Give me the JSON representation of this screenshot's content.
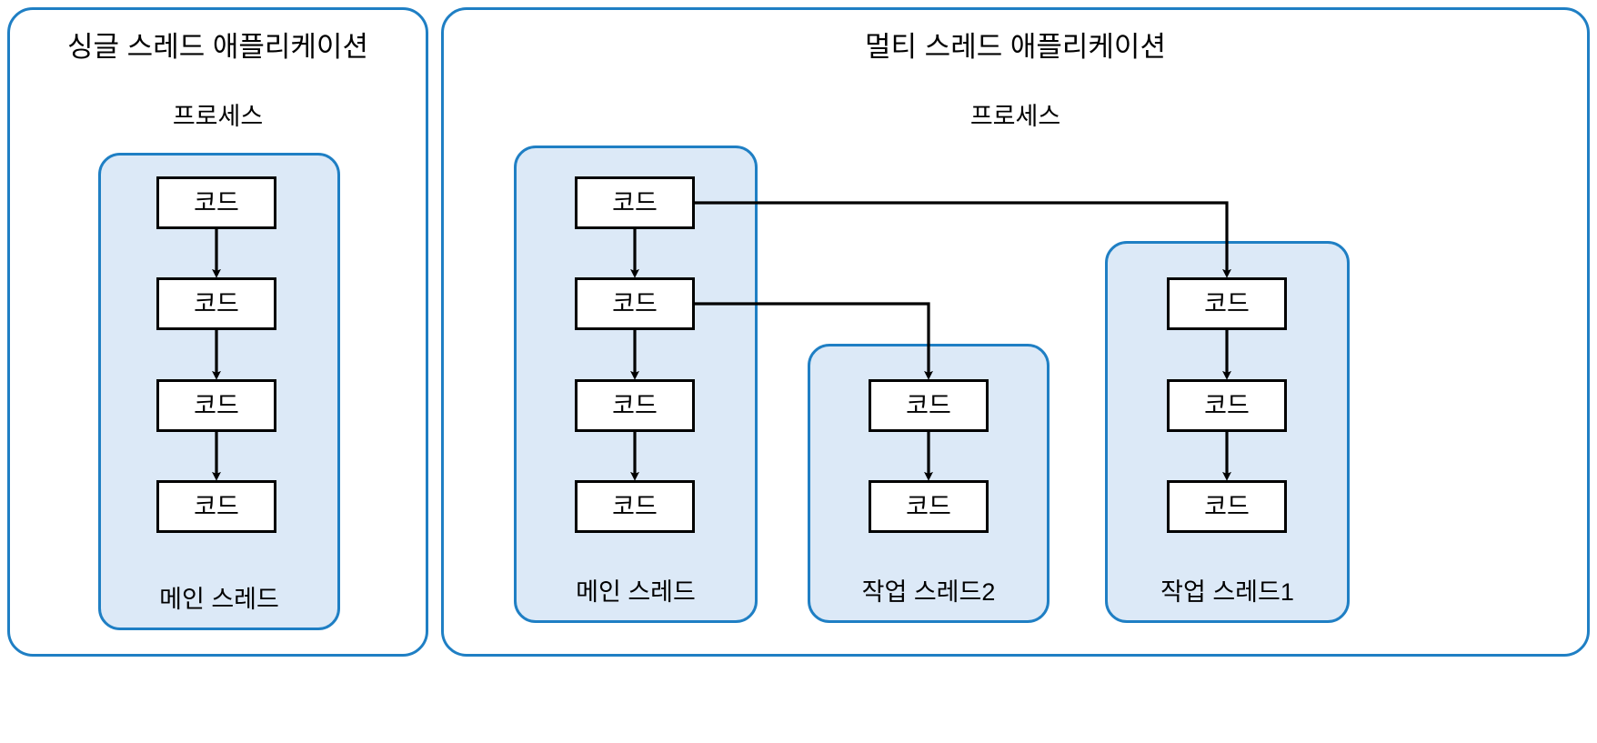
{
  "diagram": {
    "code_label": "코드",
    "colors": {
      "panel_border": "#1f7fc4",
      "thread_border": "#1f7fc4",
      "thread_fill": "#dce9f7",
      "code_border": "#000000",
      "code_fill": "#ffffff",
      "arrow": "#000000",
      "background": "#ffffff"
    },
    "panels": [
      {
        "id": "single",
        "title": "싱글 스레드 애플리케이션",
        "subtitle": "프로세스",
        "threads": [
          {
            "id": "single-main",
            "label": "메인 스레드",
            "code_count": 4
          }
        ]
      },
      {
        "id": "multi",
        "title": "멀티 스레드 애플리케이션",
        "subtitle": "프로세스",
        "threads": [
          {
            "id": "multi-main",
            "label": "메인 스레드",
            "code_count": 4
          },
          {
            "id": "multi-worker2",
            "label": "작업 스레드2",
            "code_count": 2
          },
          {
            "id": "multi-worker1",
            "label": "작업 스레드1",
            "code_count": 3
          }
        ]
      }
    ]
  }
}
